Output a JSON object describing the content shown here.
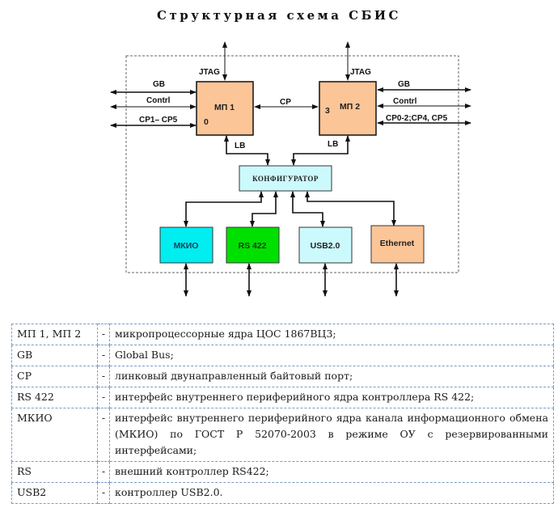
{
  "title": "Структурная схема СБИС",
  "diagram": {
    "blocks": {
      "mp1": {
        "label": "МП 1",
        "port": "0",
        "color": "#fbc597"
      },
      "mp2": {
        "label": "МП 2",
        "port": "3",
        "color": "#fbc597"
      },
      "configurator": {
        "label": "КОНФИГУРАТОР",
        "color": "#ccfafc"
      },
      "mkio": {
        "label": "МКИО",
        "color": "#00eef0"
      },
      "rs422": {
        "label": "RS 422",
        "color": "#00e000"
      },
      "usb": {
        "label": "USB2.0",
        "color": "#ccfafc"
      },
      "ethernet": {
        "label": "Ethernet",
        "color": "#fbc597"
      }
    },
    "signals": {
      "jtag1": "JTAG",
      "jtag2": "JTAG",
      "gb_left": "GB",
      "contrl_left": "Contrl",
      "cp_left": "CP1– CP5",
      "cp_mid": "CP",
      "gb_right": "GB",
      "contrl_right": "Contrl",
      "cp_right": "CP0-2;CP4, CP5",
      "lb1": "LB",
      "lb2": "LB"
    }
  },
  "legend": [
    {
      "term": "МП 1, МП 2",
      "dash": "-",
      "desc": "микропроцессорные ядра ЦОС 1867ВЦ3;"
    },
    {
      "term": "GB",
      "dash": "-",
      "desc": "Global Bus;"
    },
    {
      "term": "CP",
      "dash": "-",
      "desc": "линковый двунаправленный  байтовый порт;"
    },
    {
      "term": "RS 422",
      "dash": "-",
      "desc": "интерфейс внутреннего периферийного ядра контроллера RS 422;"
    },
    {
      "term": "МКИО",
      "dash": "-",
      "desc": "интерфейс внутреннего периферийного ядра канала информационного обмена  (МКИО) по ГОСТ Р 52070-2003 в режиме ОУ с резервированными интерфейсами;"
    },
    {
      "term": "RS",
      "dash": "-",
      "desc": "внешний контроллер RS422;"
    },
    {
      "term": "USB2",
      "dash": "-",
      "desc": "контроллер USB2.0."
    }
  ]
}
